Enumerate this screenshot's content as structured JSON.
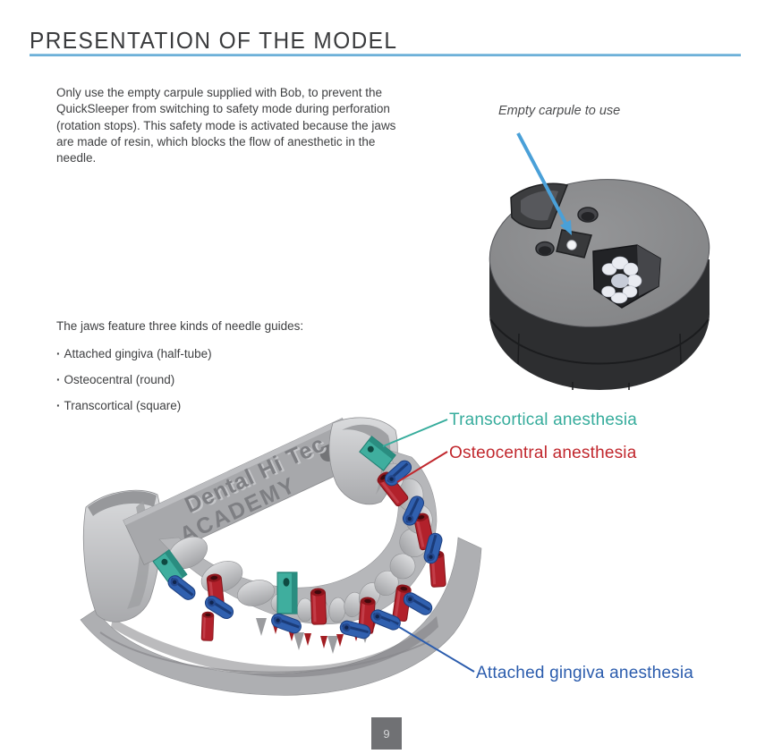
{
  "page": {
    "title": "PRESENTATION OF THE MODEL",
    "page_number": "9",
    "rule_color": "#6fb3da",
    "background": "#ffffff"
  },
  "intro": {
    "paragraph": "Only use the empty carpule supplied with Bob, to prevent the QuickSleeper from switching to safety mode during perforation (rotation stops). This safety mode is activated because the jaws are made of resin, which blocks the flow of anesthetic in the needle."
  },
  "carpule_figure": {
    "caption": "Empty carpule to use",
    "arrow_color": "#4aa0d8"
  },
  "guides": {
    "heading": "The jaws feature three kinds of needle guides:",
    "bullet": "·",
    "items": [
      {
        "label": "Attached gingiva (half-tube)"
      },
      {
        "label": "Osteocentral (round)"
      },
      {
        "label": "Transcortical (square)"
      }
    ]
  },
  "jaw_figure": {
    "engraving_line1": "Dental Hi Tec",
    "engraving_line2": "ACADEMY",
    "labels": [
      {
        "id": "transcortical",
        "text": "Transcortical anesthesia",
        "color": "#36ac9c"
      },
      {
        "id": "osteocentral",
        "text": "Osteocentral anesthesia",
        "color": "#c1272d"
      },
      {
        "id": "attached_gingiva",
        "text": "Attached gingiva anesthesia",
        "color": "#2b5cad"
      }
    ]
  }
}
